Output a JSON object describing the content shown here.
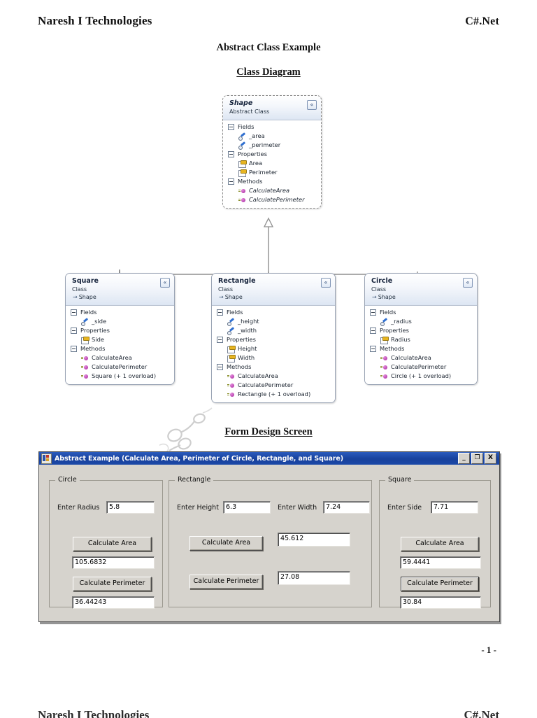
{
  "page": {
    "header_left": "Naresh I Technologies",
    "header_right": "C#.Net",
    "doc_title": "Abstract Class Example",
    "class_diagram_title": "Class Diagram",
    "form_design_title": "Form Design Screen",
    "page_number": "- 1 -",
    "next_page_header_left": "Naresh I Technologies",
    "next_page_header_right": "C#.Net"
  },
  "class_diagram": {
    "classes": [
      {
        "name": "Shape",
        "kind": "Abstract Class",
        "base": null,
        "abstract": true,
        "collapse_icon": "chevron-double-up-icon",
        "groups": [
          {
            "label": "Fields",
            "members": [
              {
                "name": "_area",
                "icon": "field-icon",
                "italic": false
              },
              {
                "name": "_perimeter",
                "icon": "field-icon",
                "italic": false
              }
            ]
          },
          {
            "label": "Properties",
            "members": [
              {
                "name": "Area",
                "icon": "property-icon",
                "italic": false
              },
              {
                "name": "Perimeter",
                "icon": "property-icon",
                "italic": false
              }
            ]
          },
          {
            "label": "Methods",
            "members": [
              {
                "name": "CalculateArea",
                "icon": "method-icon",
                "italic": true
              },
              {
                "name": "CalculatePerimeter",
                "icon": "method-icon",
                "italic": true
              }
            ]
          }
        ]
      },
      {
        "name": "Square",
        "kind": "Class",
        "base": "Shape",
        "abstract": false,
        "collapse_icon": "chevron-double-up-icon",
        "groups": [
          {
            "label": "Fields",
            "members": [
              {
                "name": "_side",
                "icon": "field-icon",
                "italic": false
              }
            ]
          },
          {
            "label": "Properties",
            "members": [
              {
                "name": "Side",
                "icon": "property-icon",
                "italic": false
              }
            ]
          },
          {
            "label": "Methods",
            "members": [
              {
                "name": "CalculateArea",
                "icon": "method-icon",
                "italic": false
              },
              {
                "name": "CalculatePerimeter",
                "icon": "method-icon",
                "italic": false
              },
              {
                "name": "Square (+ 1 overload)",
                "icon": "method-icon",
                "italic": false
              }
            ]
          }
        ]
      },
      {
        "name": "Rectangle",
        "kind": "Class",
        "base": "Shape",
        "abstract": false,
        "collapse_icon": "chevron-double-up-icon",
        "groups": [
          {
            "label": "Fields",
            "members": [
              {
                "name": "_height",
                "icon": "field-icon",
                "italic": false
              },
              {
                "name": "_width",
                "icon": "field-icon",
                "italic": false
              }
            ]
          },
          {
            "label": "Properties",
            "members": [
              {
                "name": "Height",
                "icon": "property-icon",
                "italic": false
              },
              {
                "name": "Width",
                "icon": "property-icon",
                "italic": false
              }
            ]
          },
          {
            "label": "Methods",
            "members": [
              {
                "name": "CalculateArea",
                "icon": "method-icon",
                "italic": false
              },
              {
                "name": "CalculatePerimeter",
                "icon": "method-icon",
                "italic": false
              },
              {
                "name": "Rectangle (+ 1 overload)",
                "icon": "method-icon",
                "italic": false
              }
            ]
          }
        ]
      },
      {
        "name": "Circle",
        "kind": "Class",
        "base": "Shape",
        "abstract": false,
        "collapse_icon": "chevron-double-up-icon",
        "groups": [
          {
            "label": "Fields",
            "members": [
              {
                "name": "_radius",
                "icon": "field-icon",
                "italic": false
              }
            ]
          },
          {
            "label": "Properties",
            "members": [
              {
                "name": "Radius",
                "icon": "property-icon",
                "italic": false
              }
            ]
          },
          {
            "label": "Methods",
            "members": [
              {
                "name": "CalculateArea",
                "icon": "method-icon",
                "italic": false
              },
              {
                "name": "CalculatePerimeter",
                "icon": "method-icon",
                "italic": false
              },
              {
                "name": "Circle (+ 1 overload)",
                "icon": "method-icon",
                "italic": false
              }
            ]
          }
        ]
      }
    ]
  },
  "form": {
    "title": "Abstract Example (Calculate Area, Perimeter of Circle, Rectangle, and Square)",
    "window_buttons": {
      "minimize": "_",
      "maximize": "❐",
      "close": "X"
    },
    "circle": {
      "group_label": "Circle",
      "radius_label": "Enter Radius",
      "radius_value": "5.8",
      "area_button": "Calculate Area",
      "area_value": "105.6832",
      "perimeter_button": "Calculate Perimeter",
      "perimeter_value": "36.44243"
    },
    "rectangle": {
      "group_label": "Rectangle",
      "height_label": "Enter Height",
      "height_value": "6.3",
      "width_label": "Enter Width",
      "width_value": "7.24",
      "area_button": "Calculate Area",
      "area_value": "45.612",
      "perimeter_button": "Calculate Perimeter",
      "perimeter_value": "27.08"
    },
    "square": {
      "group_label": "Square",
      "side_label": "Enter Side",
      "side_value": "7.71",
      "area_button": "Calculate Area",
      "area_value": "59.4441",
      "perimeter_button": "Calculate Perimeter",
      "perimeter_value": "30.84"
    }
  },
  "colors": {
    "titlebar_blue": "#18419c",
    "form_face": "#d6d3cd",
    "uml_header_blue": "#dde6f3",
    "connector_gray": "#8f8f8f"
  }
}
